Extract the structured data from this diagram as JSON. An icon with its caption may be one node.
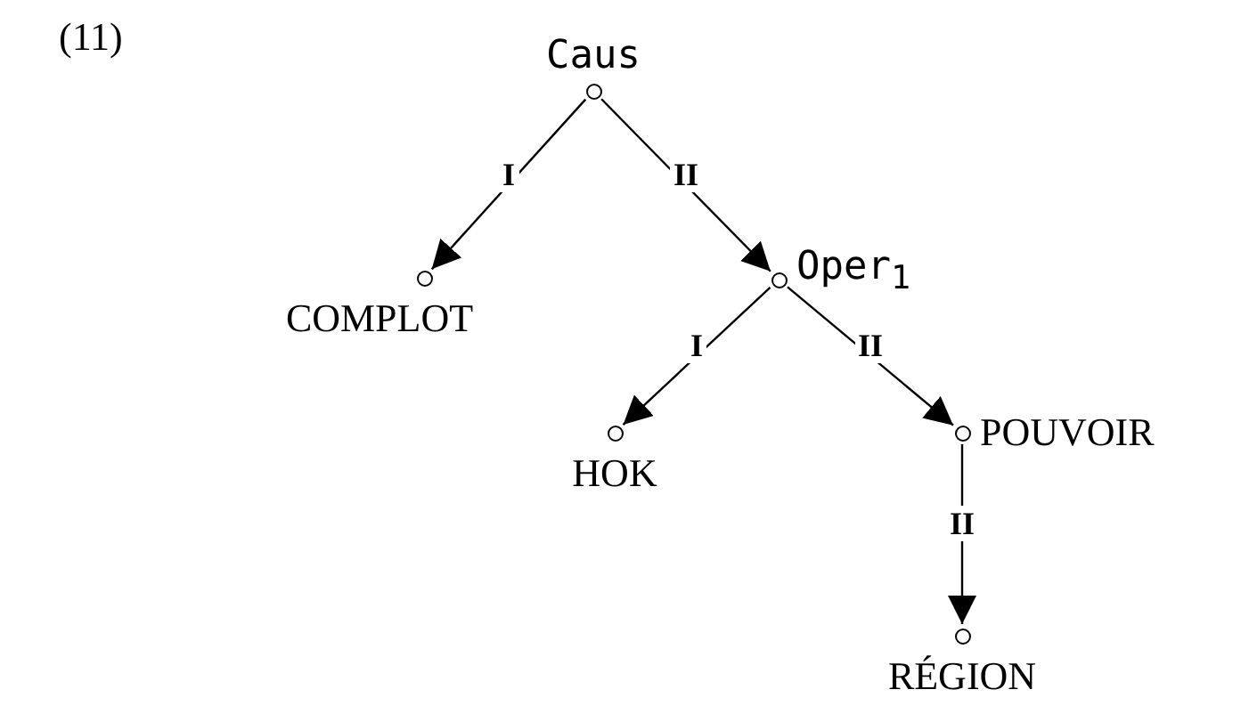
{
  "diagram": {
    "nodes": [
      {
        "text": [
          "Caus"
        ]
      },
      {
        "text": [
          "COMPLOT"
        ]
      },
      {
        "text": [
          "Oper$_{1}$"
        ]
      },
      {
        "text": [
          "HOK"
        ]
      },
      {
        "text": [
          "POUVOIR"
        ]
      },
      {
        "text": [
          "RÉGION"
        ]
      }
    ],
    "edges": [
      {
        "from": 0,
        "to": 1,
        "arrow": "to",
        "label": "I"
      },
      {
        "from": 0,
        "to": 2,
        "arrow": "to",
        "label": "II"
      },
      {
        "from": 2,
        "to": 3,
        "arrow": "to",
        "label": "I"
      },
      {
        "from": 2,
        "to": 4,
        "arrow": "to",
        "label": "II"
      },
      {
        "from": 4,
        "to": 5,
        "arrow": "to",
        "label": "II"
      }
    ],
    "labels": [
      "(11)"
    ]
  }
}
